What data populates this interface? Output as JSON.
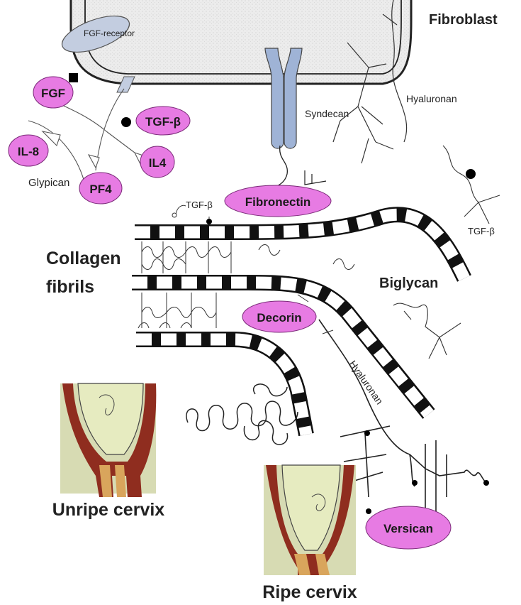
{
  "labels": {
    "fibroblast": "Fibroblast",
    "fgf_receptor": "FGF-receptor",
    "fgf": "FGF",
    "tgf_beta_cell": "TGF-β",
    "il8": "IL-8",
    "il4": "IL4",
    "glypican": "Glypican",
    "pf4": "PF4",
    "syndecan": "Syndecan",
    "hyaluronan_top": "Hyaluronan",
    "fibronectin": "Fibronectin",
    "tgf_beta_small": "TGF-β",
    "tgf_beta_right": "TGF-β",
    "collagen": "Collagen",
    "fibrils": "fibrils",
    "biglycan": "Biglycan",
    "decorin": "Decorin",
    "hyaluronan_diag": "Hyaluronan",
    "versican": "Versican",
    "unripe_cervix": "Unripe cervix",
    "ripe_cervix": "Ripe cervix"
  },
  "colors": {
    "pink": "#e77be3",
    "cell": "#ececec",
    "receptor": "#c3cde0",
    "syndecan": "#9fb3d6",
    "cervix_bg": "#d7dbb3",
    "cervix_wall": "#8f2d1f",
    "cervix_inner": "#e6ebc0"
  }
}
